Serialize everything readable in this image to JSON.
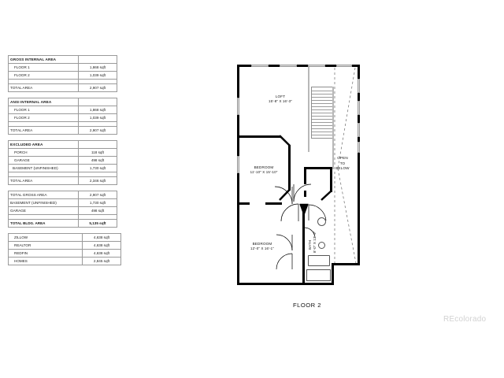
{
  "tables": [
    {
      "name": "gross-internal-area",
      "rows": [
        {
          "label": "GROSS INTERNAL AREA",
          "value": "",
          "style": "hdr"
        },
        {
          "label": "FLOOR 1",
          "value": "1,868 sqft",
          "style": "indent"
        },
        {
          "label": "FLOOR 2",
          "value": "1,039 sqft",
          "style": "indent"
        },
        {
          "label": "",
          "value": "",
          "style": "spacer"
        },
        {
          "label": "TOTAL AREA",
          "value": "2,907 sqft",
          "style": "total"
        }
      ]
    },
    {
      "name": "ansi-internal-area",
      "rows": [
        {
          "label": "ANSI INTERNAL AREA",
          "value": "",
          "style": "hdr"
        },
        {
          "label": "FLOOR 1",
          "value": "1,868 sqft",
          "style": "indent"
        },
        {
          "label": "FLOOR 2",
          "value": "1,039 sqft",
          "style": "indent"
        },
        {
          "label": "",
          "value": "",
          "style": "spacer"
        },
        {
          "label": "TOTAL AREA",
          "value": "2,907 sqft",
          "style": "total"
        }
      ]
    },
    {
      "name": "excluded-area",
      "rows": [
        {
          "label": "EXCLUDED AREA",
          "value": "",
          "style": "hdr"
        },
        {
          "label": "PORCH",
          "value": "118 sqft",
          "style": "indent"
        },
        {
          "label": "GARAGE",
          "value": "498 sqft",
          "style": "indent"
        },
        {
          "label": "BASEMENT (UNFINISHED)",
          "value": "1,730 sqft",
          "style": "indent2"
        },
        {
          "label": "",
          "value": "",
          "style": "spacer"
        },
        {
          "label": "TOTAL AREA",
          "value": "2,346 sqft",
          "style": "total"
        }
      ]
    },
    {
      "name": "total-gross-area",
      "rows": [
        {
          "label": "TOTAL GROSS AREA",
          "value": "2,907 sqft",
          "style": "total"
        },
        {
          "label": "BASEMENT (UNFINISHED)",
          "value": "1,730 sqft",
          "style": "total"
        },
        {
          "label": "GARAGE",
          "value": "498 sqft",
          "style": "total"
        },
        {
          "label": "",
          "value": "",
          "style": "spacer"
        },
        {
          "label": "TOTAL BLDG. AREA",
          "value": "5,135 sqft",
          "style": "bold"
        }
      ]
    },
    {
      "name": "portal-areas",
      "rows": [
        {
          "label": "ZILLOW",
          "value": "4,638 sqft",
          "style": "indent"
        },
        {
          "label": "REALTOR",
          "value": "4,638 sqft",
          "style": "indent"
        },
        {
          "label": "REDFIN",
          "value": "4,638 sqft",
          "style": "indent"
        },
        {
          "label": "HOMES",
          "value": "2,845 sqft",
          "style": "indent"
        }
      ]
    }
  ],
  "plan": {
    "caption": "FLOOR 2",
    "rooms": [
      {
        "name": "loft",
        "label": "LOFT",
        "dimensions": "15'-8\" X 16'-3\""
      },
      {
        "name": "bedroom-1",
        "label": "BEDROOM",
        "dimensions": "11'-10\" X 15'-10\""
      },
      {
        "name": "bedroom-2",
        "label": "BEDROOM",
        "dimensions": "12'-0\" X 16'-1\""
      },
      {
        "name": "bath",
        "label": "BATH",
        "dimensions": "8'-0\" X 13'-9\""
      }
    ],
    "open_to_below": {
      "line1": "OPEN",
      "line2": "TO",
      "line3": "BELOW"
    }
  },
  "watermark": "REcolorado"
}
